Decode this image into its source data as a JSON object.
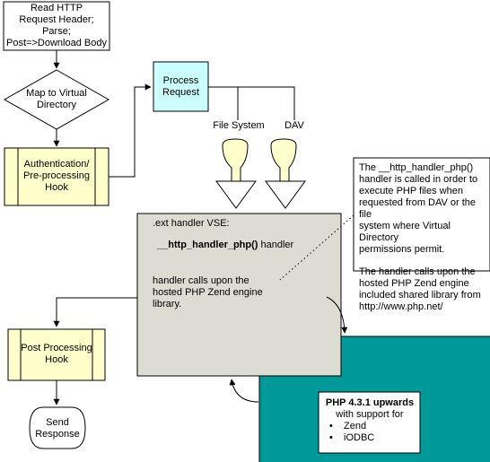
{
  "nodes": {
    "read_http": {
      "lines": [
        "Read HTTP",
        "Request Header;",
        "Parse;",
        "Post=>Download Body"
      ]
    },
    "map_virtual": {
      "lines": [
        "Map to Virtual",
        "Directory"
      ]
    },
    "authentication": {
      "lines": [
        "Authentication/",
        "Pre-processing",
        "Hook"
      ]
    },
    "process_request": {
      "lines": [
        "Process",
        "Request"
      ]
    },
    "file_system_label": "File System",
    "dav_label": "DAV",
    "ext_handler": {
      "title": ".ext handler VSE:",
      "handler_name": "__http_handler_php()",
      "handler_suffix": "handler",
      "body_lines": [
        "handler calls upon the",
        "hosted PHP Zend engine",
        "library."
      ]
    },
    "post_processing": {
      "lines": [
        "Post Processing",
        "Hook"
      ]
    },
    "send_response": {
      "lines": [
        "Send",
        "Response"
      ]
    },
    "php_box": {
      "title": "PHP 4.3.1 upwards",
      "subtitle": "with support for",
      "features": [
        "Zend",
        "iODBC"
      ]
    }
  },
  "annotation": {
    "para1_lines": [
      "The __http_handler_php()",
      "handler is called in order to",
      "execute PHP files when",
      "requested from DAV or the file",
      "system where Virtual Directory",
      "permissions permit."
    ],
    "para2_lines": [
      "The handler calls upon the",
      "hosted PHP Zend engine",
      "included shared library from",
      "http://www.php.net/"
    ]
  },
  "colors": {
    "process_fill": "#ccffff",
    "hook_fill": "#ffffcc",
    "handler_fill": "#dcdcd2",
    "php_fill": "#009999",
    "cylinder_fill": "#ffffcc"
  }
}
